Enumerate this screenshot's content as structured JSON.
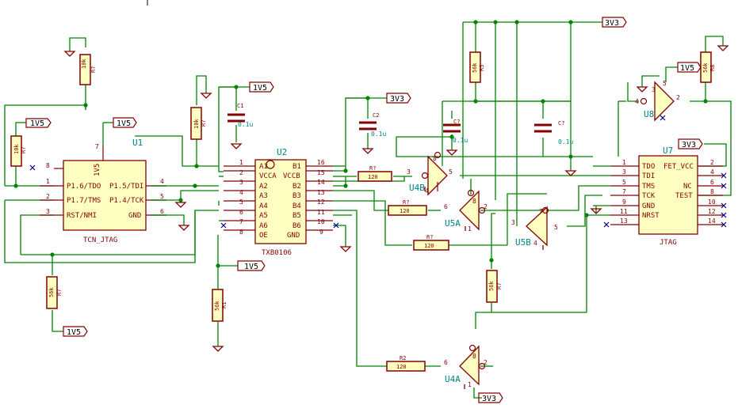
{
  "schematic": {
    "u1": {
      "ref": "U1",
      "name": "TCN_JTAG",
      "vcc_label": "1V5",
      "vcc_pin": "7",
      "left_pins": [
        {
          "num": "8",
          "label": ""
        },
        {
          "num": "1",
          "label": "P1.6/TDO"
        },
        {
          "num": "2",
          "label": "P1.7/TMS"
        },
        {
          "num": "3",
          "label": "RST/NMI"
        }
      ],
      "right_pins": [
        {
          "num": "4",
          "label": "P1.5/TDI"
        },
        {
          "num": "5",
          "label": "P1.4/TCK"
        },
        {
          "num": "6",
          "label": "GND"
        }
      ]
    },
    "u2": {
      "ref": "U2",
      "name": "TXB0106",
      "left_pins": [
        {
          "num": "1",
          "label": "A1"
        },
        {
          "num": "2",
          "label": "VCCA"
        },
        {
          "num": "3",
          "label": "A2"
        },
        {
          "num": "4",
          "label": "A3"
        },
        {
          "num": "5",
          "label": "A4"
        },
        {
          "num": "6",
          "label": "A5"
        },
        {
          "num": "7",
          "label": "A6"
        },
        {
          "num": "8",
          "label": "OE"
        }
      ],
      "right_pins": [
        {
          "num": "16",
          "label": "B1"
        },
        {
          "num": "15",
          "label": "VCCB"
        },
        {
          "num": "14",
          "label": "B2"
        },
        {
          "num": "13",
          "label": "B3"
        },
        {
          "num": "12",
          "label": "B4"
        },
        {
          "num": "11",
          "label": "B5"
        },
        {
          "num": "10",
          "label": "B6"
        },
        {
          "num": "9",
          "label": "GND"
        }
      ]
    },
    "u7": {
      "ref": "U7",
      "name": "JTAG",
      "left_pins": [
        {
          "num": "1",
          "label": "TDO"
        },
        {
          "num": "3",
          "label": "TDI"
        },
        {
          "num": "5",
          "label": "TMS"
        },
        {
          "num": "7",
          "label": "TCK"
        },
        {
          "num": "9",
          "label": "GND"
        },
        {
          "num": "11",
          "label": "NRST"
        },
        {
          "num": "13",
          "label": ""
        }
      ],
      "right_pins": [
        {
          "num": "2",
          "label": "FET_VCC"
        },
        {
          "num": "4",
          "label": ""
        },
        {
          "num": "6",
          "label": "NC"
        },
        {
          "num": "8",
          "label": "TEST"
        },
        {
          "num": "10",
          "label": ""
        },
        {
          "num": "12",
          "label": ""
        },
        {
          "num": "14",
          "label": ""
        }
      ]
    },
    "buffers": [
      {
        "ref": "U4B",
        "in_pin": "3",
        "out_pin": "5",
        "top_pin": "8",
        "bot_pin": "4"
      },
      {
        "ref": "U5A",
        "in_pin": "6",
        "out_pin": "2",
        "top_pin": "8",
        "bot_pin": "1"
      },
      {
        "ref": "U5B",
        "in_pin": "3",
        "out_pin": "5",
        "top_pin": "7",
        "bot_pin": "4"
      },
      {
        "ref": "U4A",
        "in_pin": "6",
        "out_pin": "2",
        "top_pin": "8",
        "bot_pin": "1"
      },
      {
        "ref": "U8",
        "in_pin": "4",
        "out_pin": "2",
        "top_pin": "5",
        "bot_pin": "3"
      }
    ],
    "resistors": [
      {
        "ref": "R?",
        "value": "10k"
      },
      {
        "ref": "R?",
        "value": "10k"
      },
      {
        "ref": "R?",
        "value": "10k"
      },
      {
        "ref": "R?",
        "value": "56k"
      },
      {
        "ref": "R1",
        "value": "56k"
      },
      {
        "ref": "R5",
        "value": "56k"
      },
      {
        "ref": "R?",
        "value": "56k"
      },
      {
        "ref": "R8",
        "value": "56k"
      },
      {
        "ref": "R?",
        "value": "120"
      },
      {
        "ref": "R?",
        "value": "120"
      },
      {
        "ref": "R?",
        "value": "120"
      },
      {
        "ref": "R2",
        "value": "120"
      }
    ],
    "capacitors": [
      {
        "ref": "C1",
        "value": "0.1u"
      },
      {
        "ref": "C2",
        "value": "0.1u"
      },
      {
        "ref": "C?",
        "value": "0.1u"
      },
      {
        "ref": "C?",
        "value": "0.1u"
      }
    ],
    "power_labels": [
      "1V5",
      "1V5",
      "1V5",
      "1V5",
      "1V5",
      "1V5",
      "3V3",
      "3V3",
      "3V3",
      "3V3"
    ]
  }
}
